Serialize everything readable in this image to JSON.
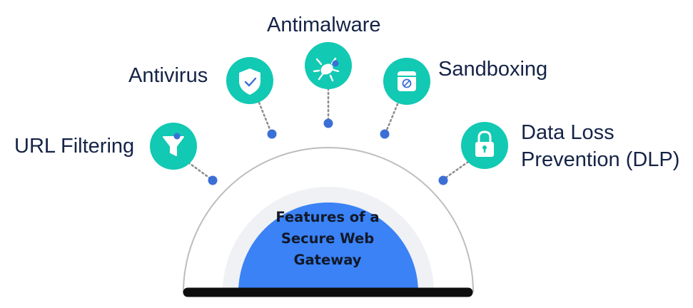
{
  "diagram": {
    "center_title": [
      "Features of a",
      "Secure Web",
      "Gateway"
    ],
    "features": [
      {
        "label": [
          "URL Filtering"
        ],
        "icon": "filter-icon"
      },
      {
        "label": [
          "Antivirus"
        ],
        "icon": "shield-check-icon"
      },
      {
        "label": [
          "Antimalware"
        ],
        "icon": "bug-icon"
      },
      {
        "label": [
          "Sandboxing"
        ],
        "icon": "sandbox-window-icon"
      },
      {
        "label": [
          "Data Loss",
          "Prevention (DLP)"
        ],
        "icon": "lock-icon"
      }
    ]
  },
  "colors": {
    "teal": "#12c9b3",
    "blue_center": "#3a82f6",
    "blue_dot": "#3b6fd6",
    "arc_gray": "#bdbdbd",
    "base_bar": "#0e0e0e",
    "text": "#152347"
  }
}
